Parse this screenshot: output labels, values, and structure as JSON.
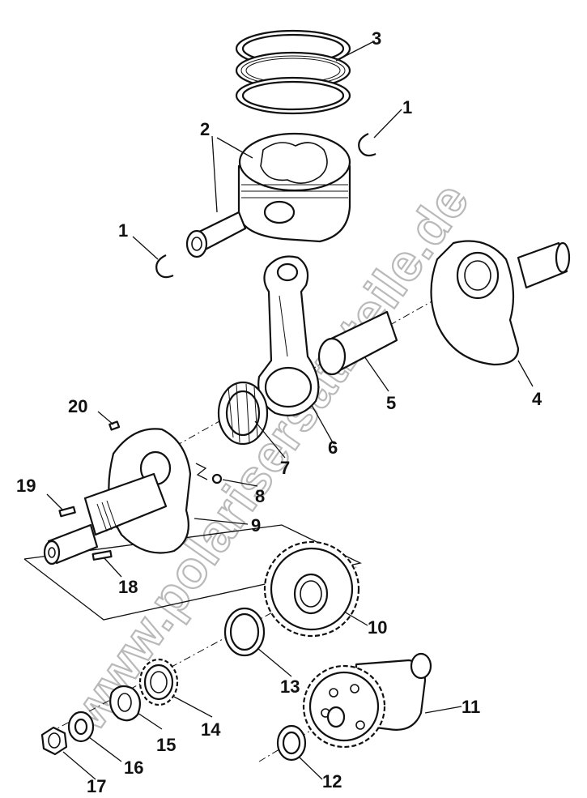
{
  "watermark": {
    "text": "www.polarisersatzteile.de"
  },
  "callouts": {
    "c1a": "1",
    "c1b": "1",
    "c2": "2",
    "c3": "3",
    "c4": "4",
    "c5": "5",
    "c6": "6",
    "c7": "7",
    "c8": "8",
    "c9": "9",
    "c10": "10",
    "c11": "11",
    "c12": "12",
    "c13": "13",
    "c14": "14",
    "c15": "15",
    "c16": "16",
    "c17": "17",
    "c18": "18",
    "c19": "19",
    "c20": "20"
  }
}
